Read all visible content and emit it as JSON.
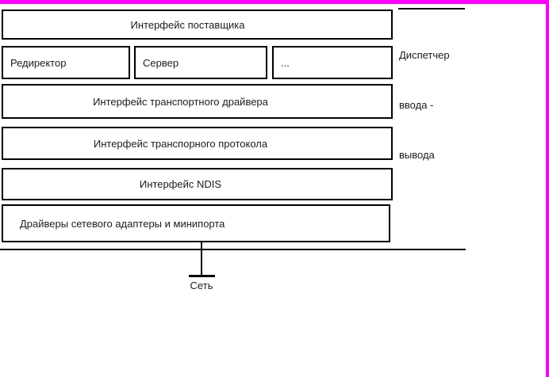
{
  "page": {
    "background": "#ffffff",
    "accent_color": "#ff00ff",
    "line_color": "#000000",
    "text_color": "#1c1c1c"
  },
  "diagram": {
    "boxes": {
      "provider": "Интерфейс поставщика",
      "redirector": "Редиректор",
      "server": "Сервер",
      "ellipsis": "...",
      "transport_driver": "Интерфейс транспортного драйвера",
      "transport_protocol": "Интерфейс транспорного протокола",
      "ndis": "Интерфейс NDIS",
      "adapters": "Драйверы сетевого адаптеры и минипорта"
    },
    "dispatcher": {
      "lines": [
        "Диспетчер",
        "ввода -",
        "вывода"
      ]
    },
    "network_label": "Сеть"
  }
}
